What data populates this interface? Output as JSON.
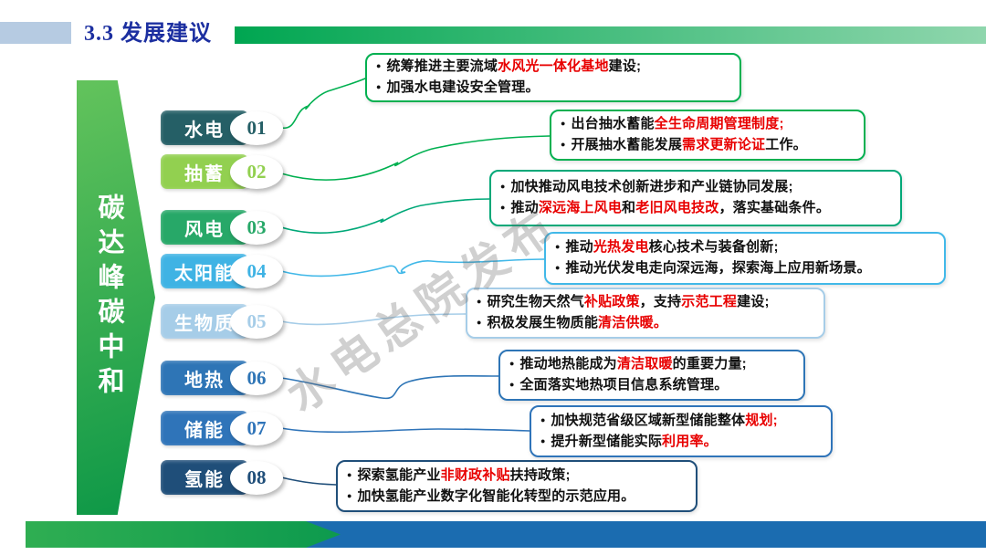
{
  "header": {
    "title": "3.3 发展建议"
  },
  "side_banner": {
    "text": "碳达峰碳中和"
  },
  "watermark": {
    "text": "水电总院发布"
  },
  "glyphs": {
    "bullet": "●"
  },
  "palette": {
    "title_blue": "#1c2fa0",
    "header_accent": "#b6cbe2",
    "top_bar_green": "#00a651",
    "bottom_bar_blue": "#1b6cb0",
    "bottom_arrow_green": "#0d9a4e",
    "side_arrow_green": "#0c9747",
    "highlight_red": "#e80000"
  },
  "categories": [
    {
      "label": "水电",
      "number": "01",
      "color": "#255f66"
    },
    {
      "label": "抽蓄",
      "number": "02",
      "color": "#92d050"
    },
    {
      "label": "风电",
      "number": "03",
      "color": "#27a868"
    },
    {
      "label": "太阳能",
      "number": "04",
      "color": "#3fb3e4"
    },
    {
      "label": "生物质",
      "number": "05",
      "color": "#a6cde8"
    },
    {
      "label": "地热",
      "number": "06",
      "color": "#2e75b6"
    },
    {
      "label": "储能",
      "number": "07",
      "color": "#2f74b9"
    },
    {
      "label": "氢能",
      "number": "08",
      "color": "#1f4e79"
    }
  ],
  "boxes": [
    {
      "border": "#00b050",
      "bullets": [
        [
          {
            "t": "统筹推进主要流域"
          },
          {
            "t": "水风光一体化基地",
            "red": true
          },
          {
            "t": "建设;"
          }
        ],
        [
          {
            "t": "加强水电建设安全管理。"
          }
        ]
      ]
    },
    {
      "border": "#00b050",
      "bullets": [
        [
          {
            "t": "出台抽水蓄能"
          },
          {
            "t": "全生命周期管理制度;",
            "red": true
          }
        ],
        [
          {
            "t": "开展抽水蓄能发展"
          },
          {
            "t": "需求更新论证",
            "red": true
          },
          {
            "t": "工作。"
          }
        ]
      ]
    },
    {
      "border": "#00a878",
      "bullets": [
        [
          {
            "t": "加快推动风电技术创新进步和产业链协同发展;"
          }
        ],
        [
          {
            "t": "推动"
          },
          {
            "t": "深远海上风电",
            "red": true
          },
          {
            "t": "和"
          },
          {
            "t": "老旧风电技改",
            "red": true
          },
          {
            "t": "，落实基础条件。"
          }
        ]
      ]
    },
    {
      "border": "#41b8e8",
      "bullets": [
        [
          {
            "t": "推动"
          },
          {
            "t": "光热发电",
            "red": true
          },
          {
            "t": "核心技术与装备创新;"
          }
        ],
        [
          {
            "t": "推动光伏发电走向深远海，探索海上应用新场景。"
          }
        ]
      ]
    },
    {
      "border": "#a6cde8",
      "bullets": [
        [
          {
            "t": "研究生物天然气"
          },
          {
            "t": "补贴政策",
            "red": true
          },
          {
            "t": "，支持"
          },
          {
            "t": "示范工程",
            "red": true
          },
          {
            "t": "建设;"
          }
        ],
        [
          {
            "t": "积极发展生物质能"
          },
          {
            "t": "清洁供暖。",
            "red": true
          }
        ]
      ]
    },
    {
      "border": "#2e75b6",
      "bullets": [
        [
          {
            "t": "推动地热能成为"
          },
          {
            "t": "清洁取暖",
            "red": true
          },
          {
            "t": "的重要力量;"
          }
        ],
        [
          {
            "t": "全面落实地热项目信息系统管理。"
          }
        ]
      ]
    },
    {
      "border": "#2f74b9",
      "bullets": [
        [
          {
            "t": "加快规范省级区域新型储能整体"
          },
          {
            "t": "规划;",
            "red": true
          }
        ],
        [
          {
            "t": "提升新型储能实际"
          },
          {
            "t": "利用率。",
            "red": true
          }
        ]
      ]
    },
    {
      "border": "#1f4e79",
      "bullets": [
        [
          {
            "t": "探索氢能产业"
          },
          {
            "t": "非财政补贴",
            "red": true
          },
          {
            "t": "扶持政策;"
          }
        ],
        [
          {
            "t": "加快氢能产业数字化智能化转型的示范应用。"
          }
        ]
      ]
    }
  ]
}
